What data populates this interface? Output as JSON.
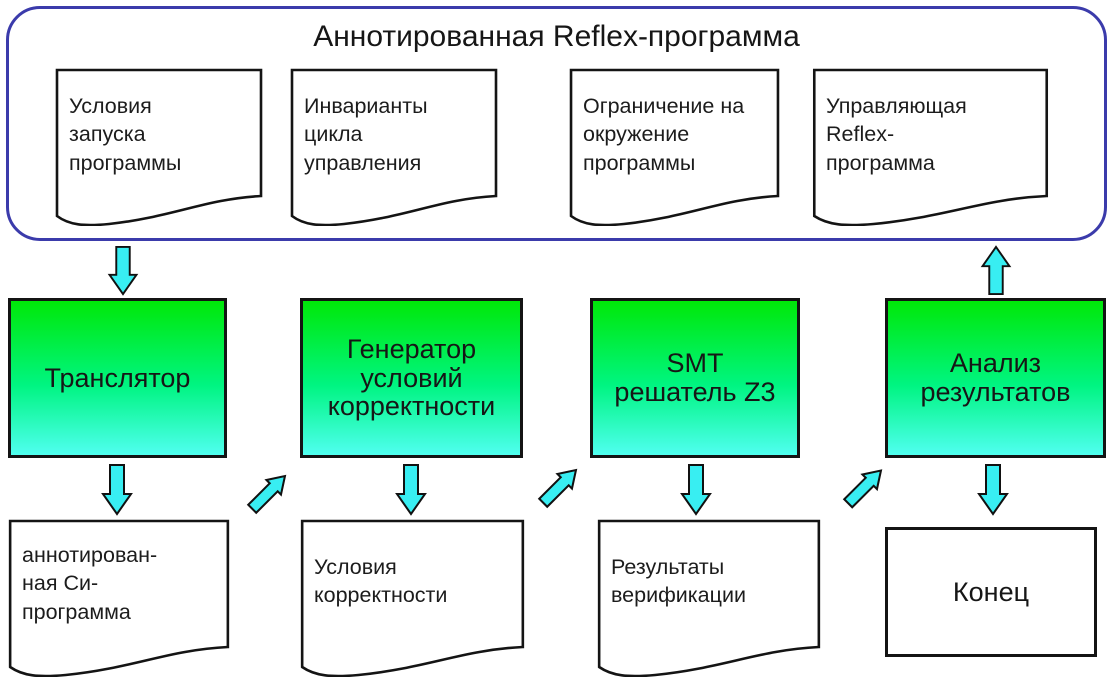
{
  "diagram": {
    "container": {
      "title": "Аннотированная Reflex-программа"
    },
    "top_docs": [
      {
        "label": "Условия\nзапуска\nпрограммы"
      },
      {
        "label": "Инварианты\nцикла\nуправления"
      },
      {
        "label": "Ограничение на\nокружение\nпрограммы"
      },
      {
        "label": "Управляющая\nReflex-\nпрограмма"
      }
    ],
    "processes": [
      {
        "label": "Транслятор"
      },
      {
        "label": "Генератор\nусловий\nкорректности"
      },
      {
        "label": "SMT\nрешатель Z3"
      },
      {
        "label": "Анализ\nрезультатов"
      }
    ],
    "artifacts": [
      {
        "label": "аннотирован-\nная Си-\nпрограмма"
      },
      {
        "label": "Условия\nкорректности"
      },
      {
        "label": "Результаты\nверификации"
      }
    ],
    "end_box": {
      "label": "Конец"
    },
    "colors": {
      "container_border": "#3b3bab",
      "process_gradient_top": "#00e808",
      "process_gradient_mid": "#00f582",
      "process_gradient_bottom": "#50fff0",
      "arrow_fill": "#38eef2",
      "shape_border": "#141414"
    }
  }
}
